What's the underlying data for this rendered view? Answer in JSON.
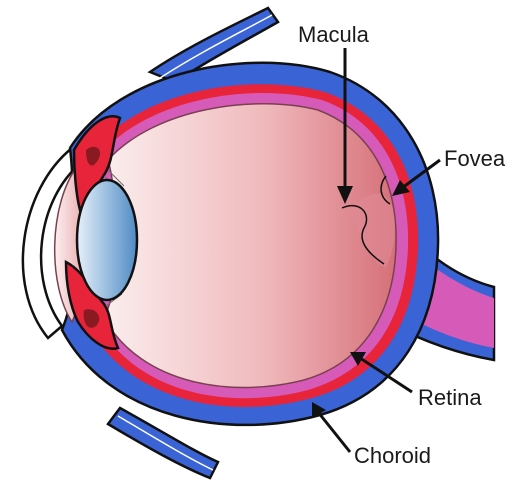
{
  "labels": {
    "macula": "Macula",
    "fovea": "Fovea",
    "retina": "Retina",
    "choroid": "Choroid"
  },
  "colors": {
    "sclera": "#3a63d6",
    "choroid": "#e8243a",
    "retina": "#d65ab8",
    "vitreous_light": "#fbecec",
    "vitreous_dark": "#d9747c",
    "lens_light": "#e4eef8",
    "lens_dark": "#5a93c9",
    "optic_nerve": "#d65ab8",
    "cornea": "#ffffff"
  }
}
